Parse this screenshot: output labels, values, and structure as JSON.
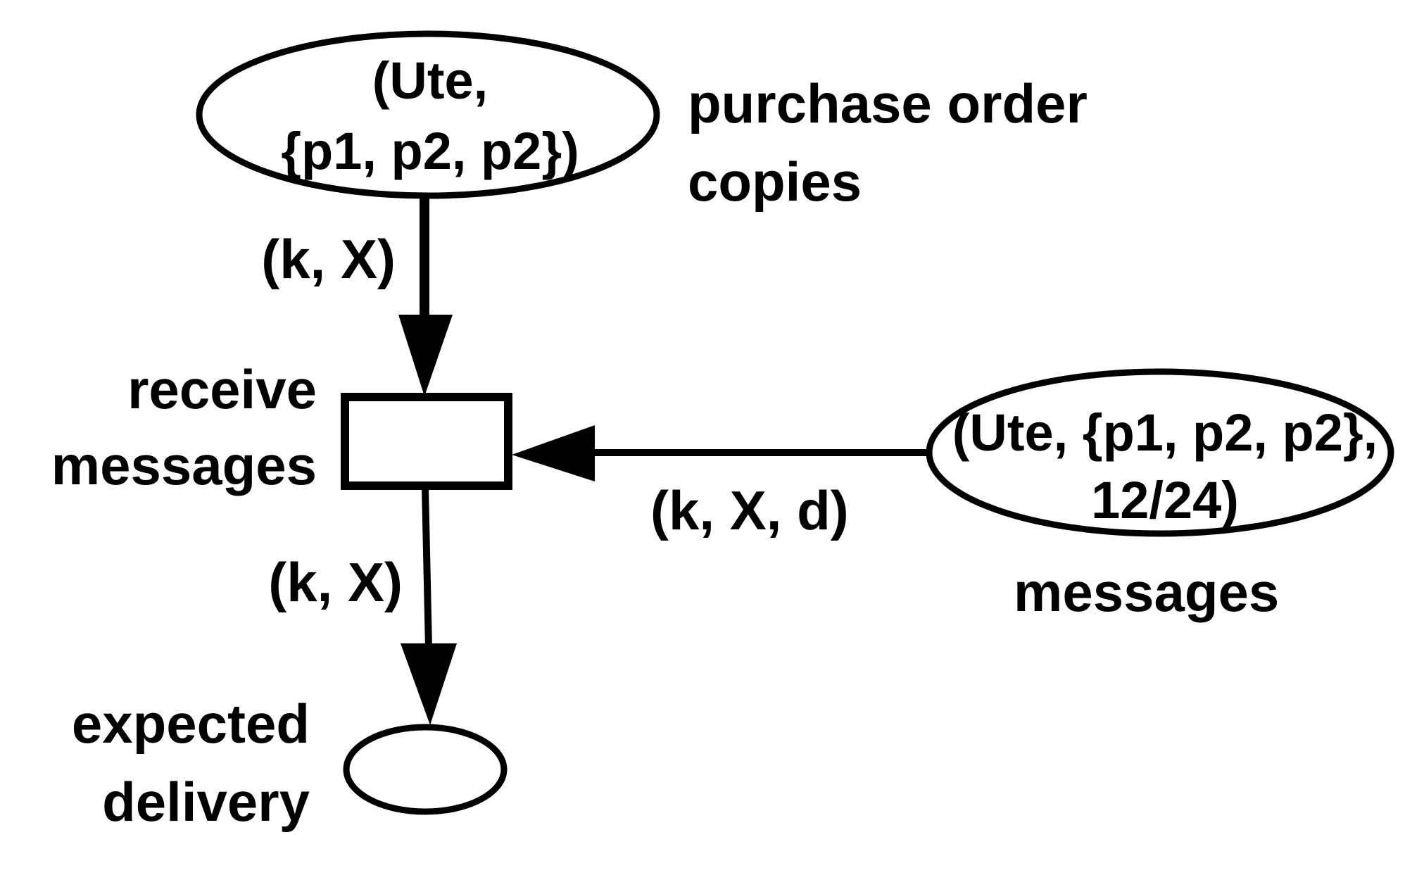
{
  "places": {
    "purchase_order_copies": {
      "label_line1": "purchase order",
      "label_line2": "copies",
      "token_line1": "(Ute,",
      "token_line2": "{p1, p2, p2})"
    },
    "messages": {
      "label": "messages",
      "token_line1": "(Ute, {p1, p2, p2},",
      "token_line2": "12/24)"
    },
    "expected_delivery": {
      "label_line1": "expected",
      "label_line2": "delivery"
    }
  },
  "transition": {
    "label_line1": "receive",
    "label_line2": "messages"
  },
  "arcs": {
    "purchase_to_receive": "(k, X)",
    "messages_to_receive": "(k, X, d)",
    "receive_to_delivery": "(k, X)"
  },
  "colors": {
    "stroke": "#000000",
    "background": "#ffffff"
  }
}
